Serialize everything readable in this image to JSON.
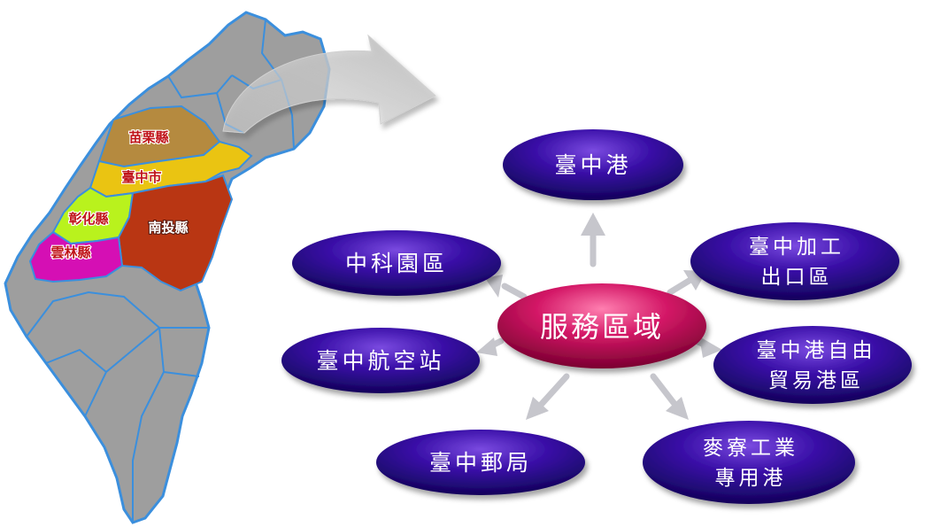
{
  "map": {
    "counties": [
      {
        "id": "miaoli",
        "label": "苗栗縣",
        "color": "#b58a3f"
      },
      {
        "id": "taichung",
        "label": "臺中市",
        "color": "#eac412"
      },
      {
        "id": "changhua",
        "label": "彰化縣",
        "color": "#b9f21d"
      },
      {
        "id": "nantou",
        "label": "南投縣",
        "color": "#b93613"
      },
      {
        "id": "yunlin",
        "label": "雲林縣",
        "color": "#d50fb4"
      }
    ],
    "base_color": "#9e9e9e",
    "border_color": "#3b8fdd"
  },
  "hub": {
    "label": "服務區域",
    "color": "#c8145a"
  },
  "nodes": [
    {
      "id": "taichung-port",
      "lines": [
        "臺中港"
      ]
    },
    {
      "id": "ctsp",
      "lines": [
        "中科園區"
      ]
    },
    {
      "id": "epz",
      "lines": [
        "臺中加工",
        "出口區"
      ]
    },
    {
      "id": "ftz",
      "lines": [
        "臺中港自由",
        "貿易港區"
      ]
    },
    {
      "id": "airport",
      "lines": [
        "臺中航空站"
      ]
    },
    {
      "id": "post",
      "lines": [
        "臺中郵局"
      ]
    },
    {
      "id": "mailiao",
      "lines": [
        "麥寮工業",
        "專用港"
      ]
    }
  ],
  "colors": {
    "node": "#2a0a85",
    "arrow": "#c6c6cc"
  }
}
